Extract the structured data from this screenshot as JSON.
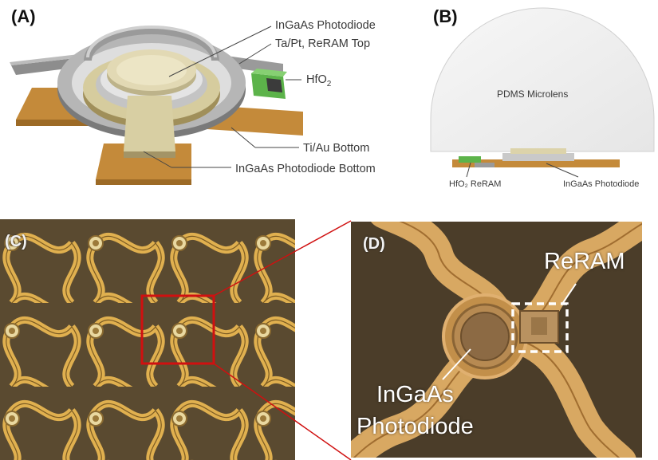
{
  "panels": {
    "a": {
      "letter": "(A)",
      "labels": {
        "photodiode": "InGaAs Photodiode",
        "top": "Ta/Pt, ReRAM Top",
        "hfo2_base": "HfO",
        "hfo2_sub": "2",
        "bottom": "Ti/Au Bottom",
        "pd_bottom": "InGaAs Photodiode Bottom"
      }
    },
    "b": {
      "letter": "(B)",
      "labels": {
        "lens": "PDMS Microlens",
        "reram": "HfO₂ ReRAM",
        "pd": "InGaAs Photodiode"
      }
    },
    "c": {
      "letter": "(C)"
    },
    "d": {
      "letter": "(D)",
      "labels": {
        "reram": "ReRAM",
        "pd_line1": "InGaAs",
        "pd_line2": "Photodiode"
      }
    }
  },
  "colors": {
    "gold": "#c48a3a",
    "silver": "#a7a7a7",
    "cream": "#ddd4ae",
    "green": "#5cb34a",
    "highlight_box": "#d01010",
    "micro_bg": "#4b3d29"
  }
}
